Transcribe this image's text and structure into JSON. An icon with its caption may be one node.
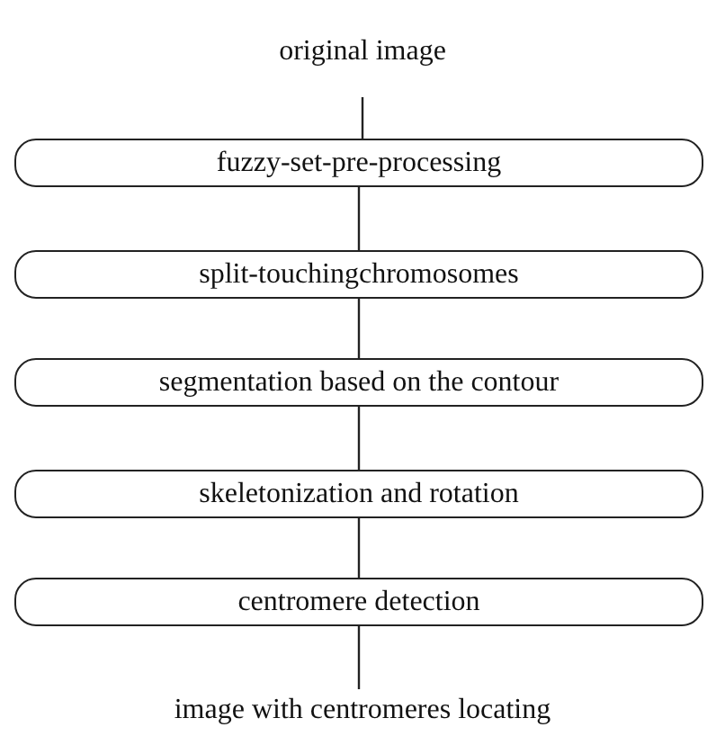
{
  "diagram": {
    "nodes": [
      {
        "text": [
          "original image"
        ]
      },
      {
        "text": [
          "fuzzy-set-pre-processing"
        ]
      },
      {
        "text": [
          "split-touchingchromosomes"
        ]
      },
      {
        "text": [
          "segmentation based on the contour"
        ]
      },
      {
        "text": [
          "skeletonization and rotation"
        ]
      },
      {
        "text": [
          "centromere detection"
        ]
      },
      {
        "text": [
          "image with centromeres locating"
        ]
      }
    ],
    "edges": [
      {
        "from": 0,
        "to": 1,
        "arrow": "none"
      },
      {
        "from": 1,
        "to": 2,
        "arrow": "none"
      },
      {
        "from": 2,
        "to": 3,
        "arrow": "none"
      },
      {
        "from": 3,
        "to": 4,
        "arrow": "none"
      },
      {
        "from": 4,
        "to": 5,
        "arrow": "none"
      },
      {
        "from": 5,
        "to": 6,
        "arrow": "none"
      }
    ]
  }
}
